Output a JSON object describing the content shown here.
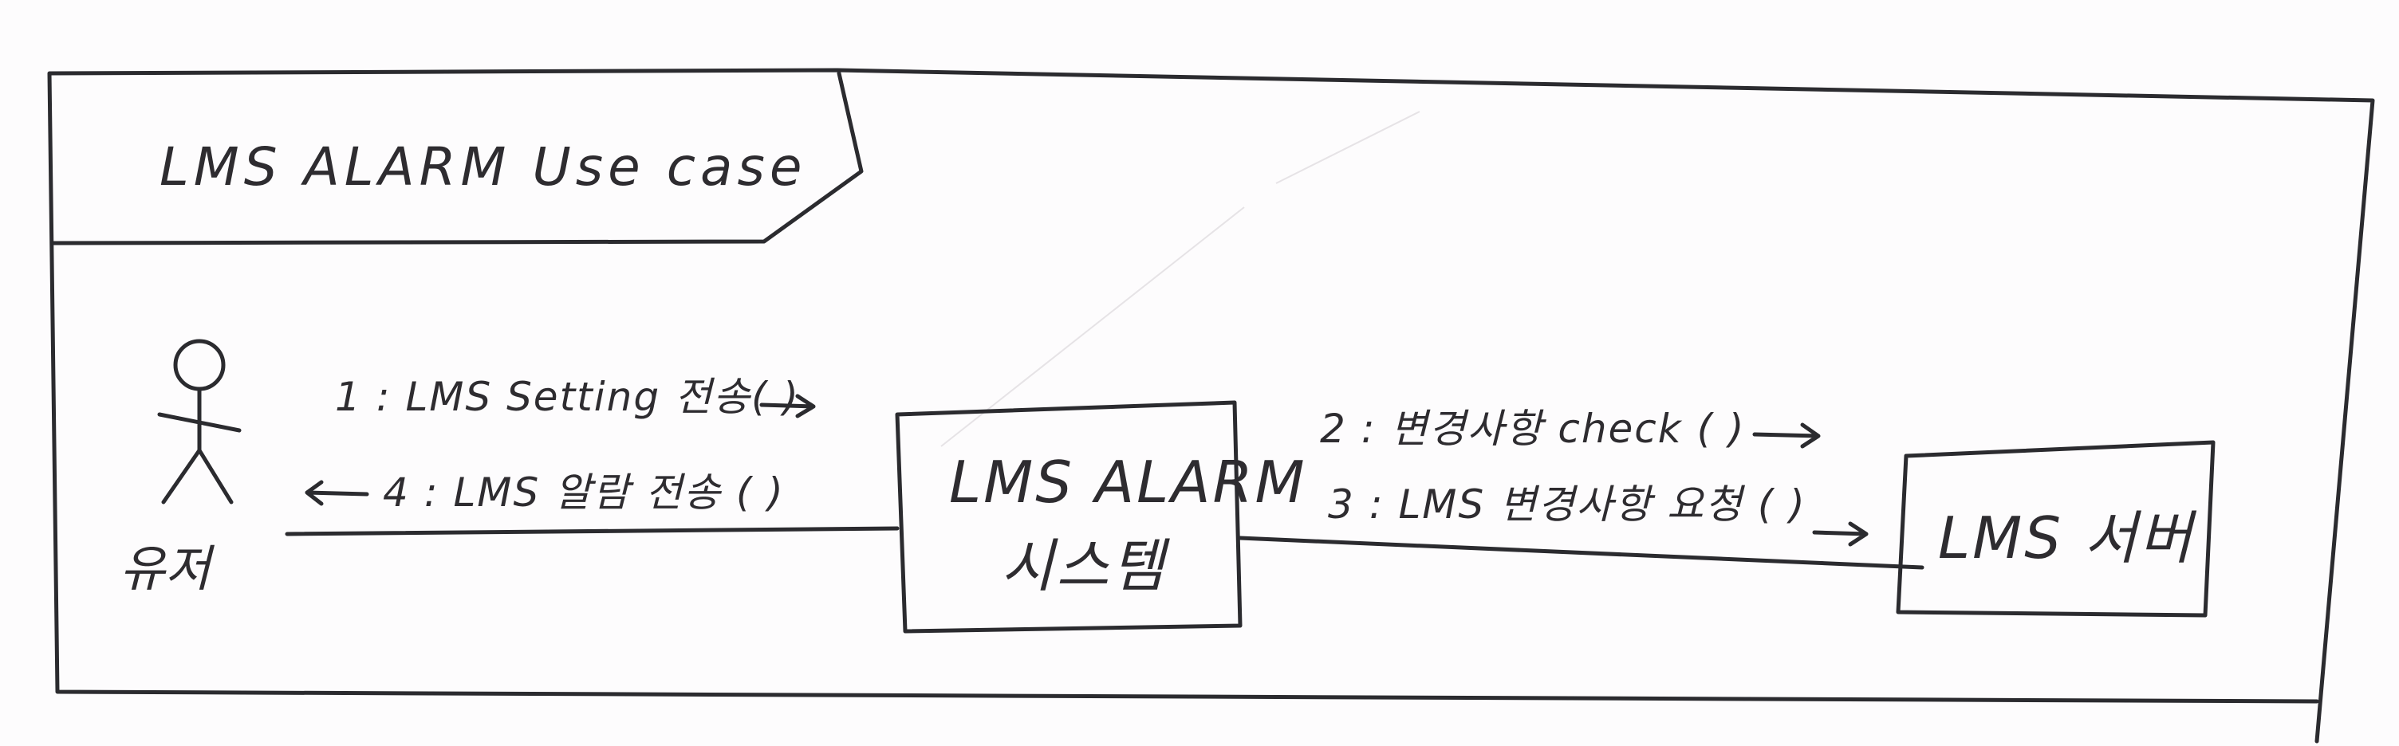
{
  "frame": {
    "title": "LMS ALARM Use case"
  },
  "actor": {
    "label": "유저"
  },
  "system": {
    "line1": "LMS ALARM",
    "line2": "시스템"
  },
  "server": {
    "label": "LMS 서버"
  },
  "messages": {
    "m1": "1 : LMS Setting 전송( )",
    "m2": "2 : 변경사항 check ( )",
    "m3": "3 : LMS 변경사항 요청 ( )",
    "m4": "4 : LMS 알람 전송 ( )"
  },
  "colors": {
    "ink": "#2b2b2f",
    "paper": "#fdfcfd"
  }
}
